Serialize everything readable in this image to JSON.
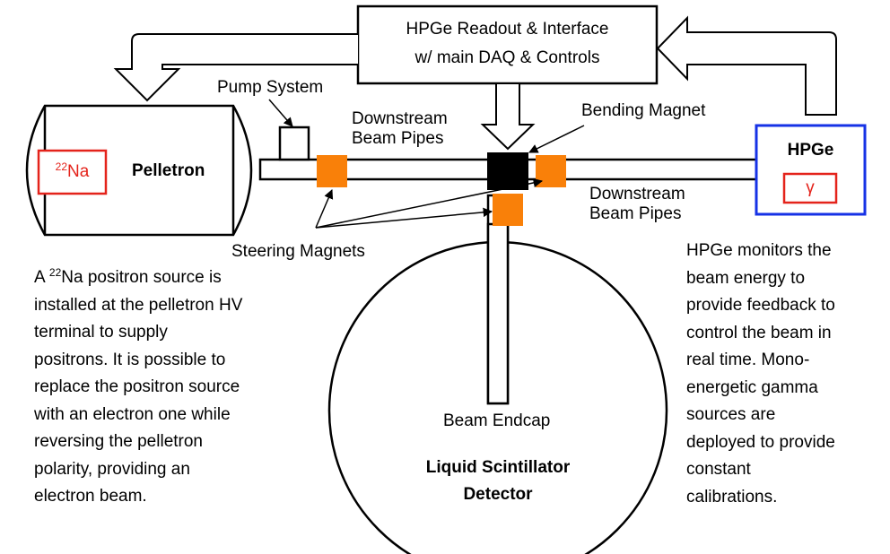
{
  "daq_box": {
    "line1": "HPGe Readout & Interface",
    "line2": "w/ main DAQ & Controls"
  },
  "pump_system": "Pump System",
  "downstream_pipes_left": {
    "line1": "Downstream",
    "line2": "Beam Pipes"
  },
  "bending_magnet": "Bending Magnet",
  "downstream_pipes_right": {
    "line1": "Downstream",
    "line2": "Beam Pipes"
  },
  "pelletron": {
    "label": "Pelletron",
    "source_mass": "22",
    "source_element": "Na"
  },
  "hpge": {
    "label": "HPGe",
    "gamma": "γ"
  },
  "steering_magnets": "Steering Magnets",
  "beam_endcap": "Beam Endcap",
  "detector": {
    "line1": "Liquid Scintillator",
    "line2": "Detector"
  },
  "left_note": {
    "prefix": "A ",
    "mass": "22",
    "body": "Na positron source is\ninstalled at the pelletron HV\nterminal to supply\npositrons. It is possible to\nreplace the positron source\nwith an electron one while\nreversing the pelletron\npolarity, providing an\nelectron beam."
  },
  "right_note": "HPGe monitors the\nbeam energy to\nprovide feedback to\ncontrol the beam in\nreal time. Mono-\nenergetic gamma\nsources are\ndeployed to provide\nconstant\ncalibrations.",
  "colors": {
    "magnet": "#f98009",
    "source_red": "#e4231b",
    "hpge_blue": "#1632e6",
    "outline": "#000000"
  }
}
